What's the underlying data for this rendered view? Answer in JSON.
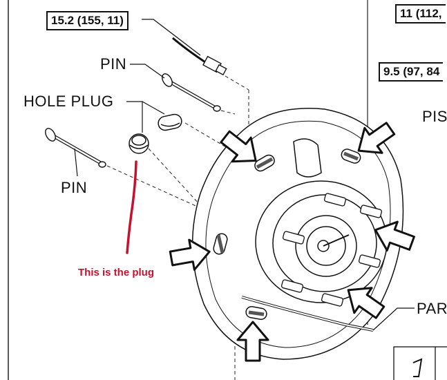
{
  "torque_specs": {
    "fitting": "15.2 (155, 11)",
    "top_right": "11 (112,",
    "mid_right": "9.5 (97, 84"
  },
  "labels": {
    "pin_top": "PIN",
    "hole_plug": "HOLE PLUG",
    "pin_bottom": "PIN",
    "pis": "PIS",
    "par": "PAR"
  },
  "annotation": {
    "text": "This is the plug",
    "color": "#c8102e"
  }
}
